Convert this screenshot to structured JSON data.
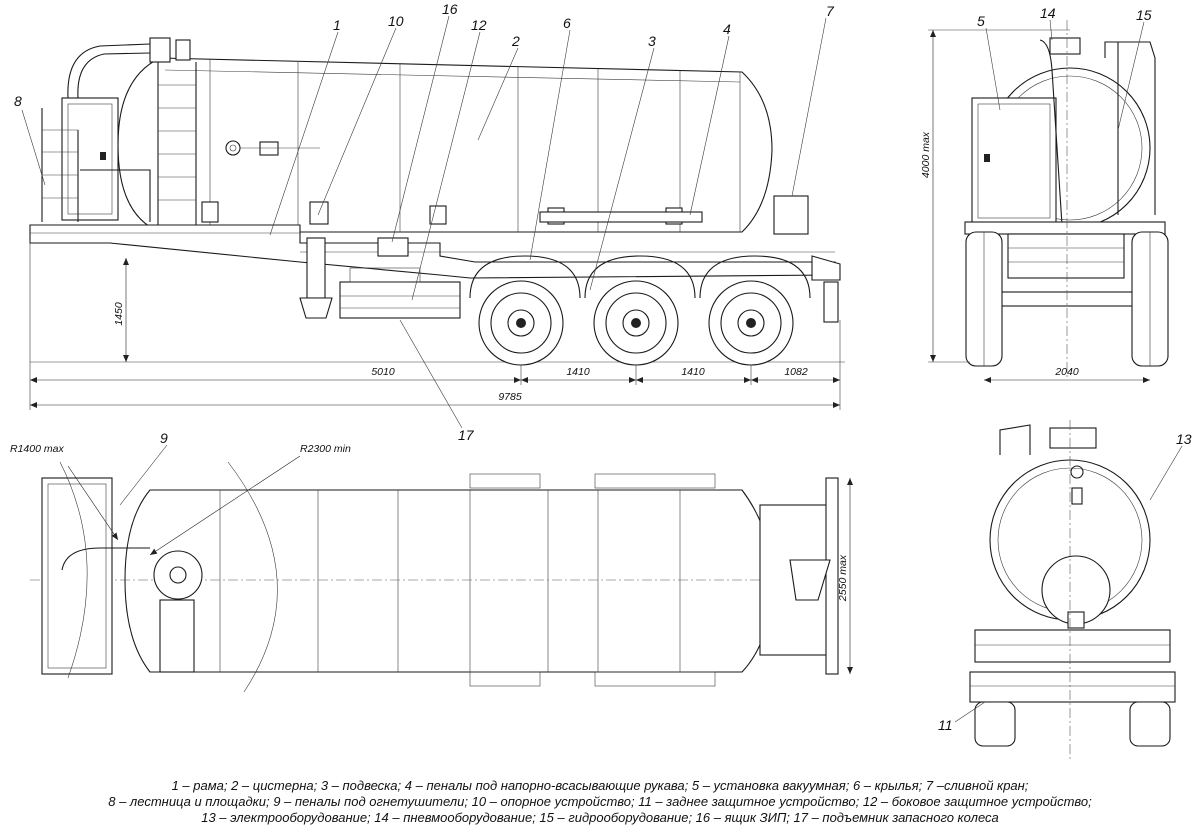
{
  "callouts": {
    "c1": "1",
    "c2": "2",
    "c3": "3",
    "c4": "4",
    "c5": "5",
    "c6": "6",
    "c7": "7",
    "c8": "8",
    "c9": "9",
    "c10": "10",
    "c11": "11",
    "c12": "12",
    "c13": "13",
    "c14": "14",
    "c15": "15",
    "c16": "16",
    "c17": "17"
  },
  "dimensions": {
    "side_height": "1450",
    "side_front_length": "5010",
    "axle_spacing_1": "1410",
    "axle_spacing_2": "1410",
    "rear_overhang": "1082",
    "overall_length": "9785",
    "rear_width": "2040",
    "overall_height": "4000 max",
    "overall_width": "2550 max",
    "turn_radius_front": "R1400 max",
    "turn_radius_rear": "R2300 min"
  },
  "legend": {
    "line1": "1 – рама; 2 – цистерна; 3 – подвеска; 4 – пеналы под напорно-всасывающие рукава; 5 – установка вакуумная; 6 – крылья; 7 –сливной кран;",
    "line2": "8 – лестница и площадки; 9 – пеналы под огнетушители; 10 – опорное устройство; 11 – заднее защитное устройство; 12 – боковое защитное устройство;",
    "line3": "13 – электрооборудование; 14 – пневмооборудование; 15 – гидрооборудование; 16 – ящик ЗИП; 17 – подъемник запасного колеса"
  }
}
